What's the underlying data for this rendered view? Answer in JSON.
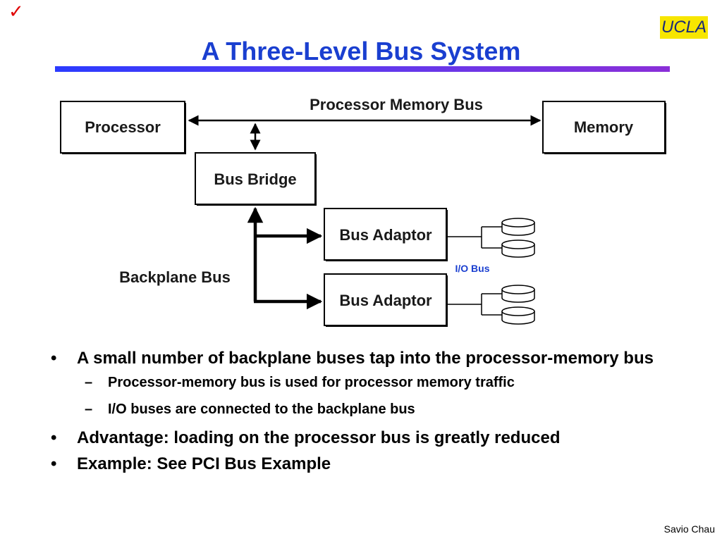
{
  "slide": {
    "checkmark": "✓",
    "logo_text": "UCLA",
    "title": "A Three-Level Bus System",
    "footer": "Savio Chau"
  },
  "diagram": {
    "bus_label": "Processor Memory Bus",
    "processor": "Processor",
    "memory": "Memory",
    "bridge": "Bus Bridge",
    "adaptor_1": "Bus Adaptor",
    "adaptor_2": "Bus Adaptor",
    "backplane_label": "Backplane Bus",
    "io_label": "I/O Bus",
    "colors": {
      "io_label": "#1a3fd0",
      "title": "#1a3fd0",
      "logo_bg": "#f7e600"
    }
  },
  "bullets": [
    {
      "level": 1,
      "marker": "•",
      "text": "A small number of backplane buses tap into the processor-memory bus"
    },
    {
      "level": 2,
      "marker": "–",
      "text": "Processor-memory bus is used for processor memory traffic"
    },
    {
      "level": 2,
      "marker": "–",
      "text": "I/O buses are connected to the backplane bus"
    },
    {
      "level": 1,
      "marker": "•",
      "text": "Advantage: loading on the processor bus is greatly reduced"
    },
    {
      "level": 1,
      "marker": "•",
      "text": "Example: See PCI Bus Example"
    }
  ]
}
